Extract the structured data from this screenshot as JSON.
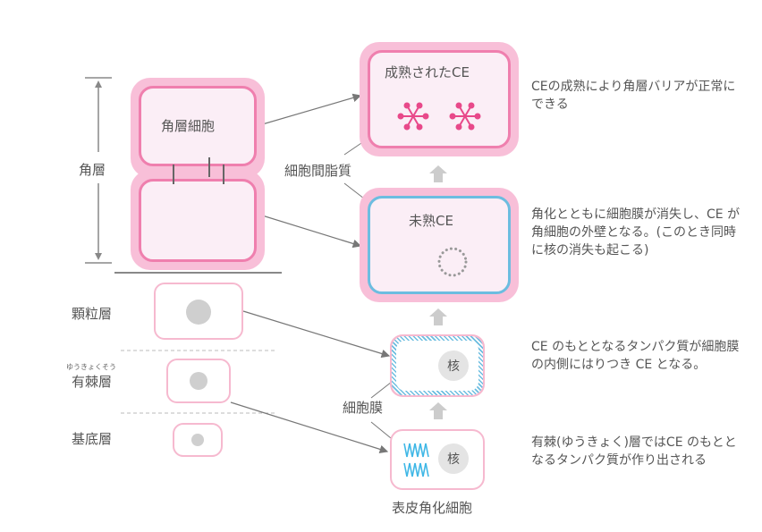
{
  "layers": {
    "stratum_corneum": "角層",
    "granular": "顆粒層",
    "spinous": "有棘層",
    "spinous_ruby": "ゆうきょくそう",
    "basal": "基底層"
  },
  "cells": {
    "corneocyte": "角層細胞",
    "mature_ce": "成熟されたCE",
    "immature_ce": "未熟CE",
    "nucleus": "核",
    "keratinocyte": "表皮角化細胞"
  },
  "labels": {
    "intercellular_lipid": "細胞間脂質",
    "cell_membrane": "細胞膜"
  },
  "descriptions": [
    "CEの成熟により角層バリアが正常にできる",
    "角化とともに細胞膜が消失し、CE が角細胞の外壁となる。(このとき同時に核の消失も起こる)",
    "CE のもととなるタンパク質が細胞膜の内側にはりつき CE となる。",
    "有棘(ゆうきょく)層ではCE のもととなるタンパク質が作り出される"
  ],
  "colors": {
    "pink_outer": "#f8bfd8",
    "pink_border": "#ef7fae",
    "pink_fill": "#fbeef6",
    "blue_membrane": "#6cbde0",
    "ce_star": "#e8498a",
    "gray_text": "#555555",
    "arrow_gray": "#cccccc"
  }
}
